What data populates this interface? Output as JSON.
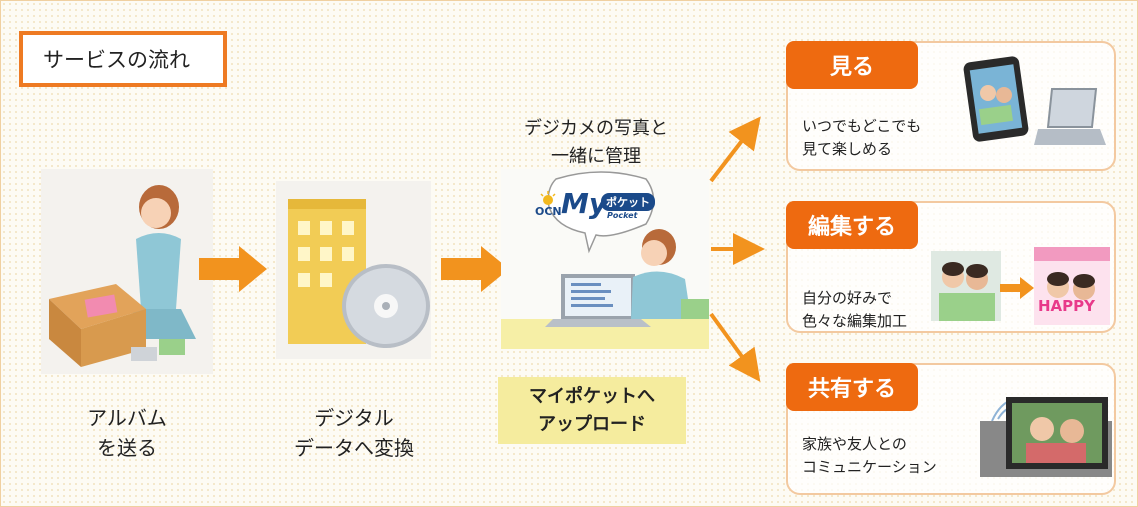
{
  "title": "サービスの流れ",
  "steps": [
    {
      "line1": "アルバム",
      "line2": "を送る"
    },
    {
      "line1": "デジタル",
      "line2": "データへ変換"
    }
  ],
  "manage_caption": {
    "line1": "デジカメの写真と",
    "line2": "一緒に管理"
  },
  "logo": {
    "brand": "OCN",
    "my": "My",
    "pocket_kana": "ポケット",
    "pocket_en": "Pocket"
  },
  "upload": {
    "line1": "マイポケットへ",
    "line2": "アップロード"
  },
  "cards": [
    {
      "badge": "見る",
      "line1": "いつでもどこでも",
      "line2": "見て楽しめる"
    },
    {
      "badge": "編集する",
      "line1": "自分の好みで",
      "line2": "色々な編集加工",
      "happy": "HAPPY"
    },
    {
      "badge": "共有する",
      "line1": "家族や友人との",
      "line2": "コミュニケーション"
    }
  ],
  "colors": {
    "accent": "#ee6a10",
    "arrow": "#f2931e",
    "card_border": "#f3c9a0",
    "upload_bg": "#f5ec9e"
  }
}
